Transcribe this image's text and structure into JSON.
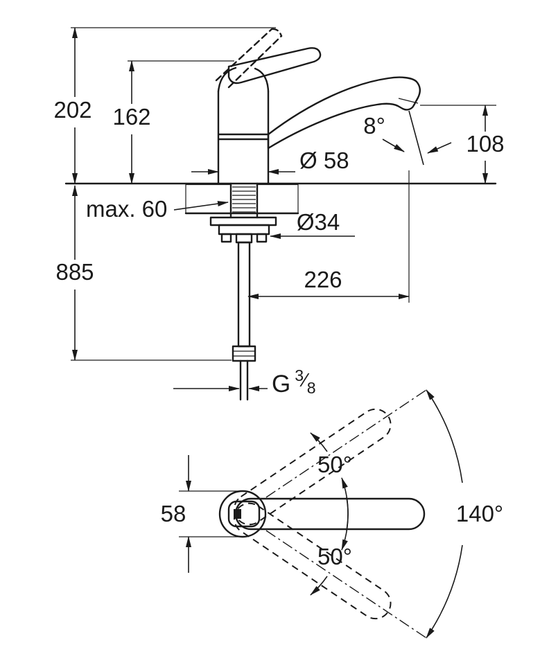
{
  "drawing": {
    "background": "#ffffff",
    "line_color": "#1a1a1a",
    "side_view": {
      "height_overall": "202",
      "height_body": "162",
      "height_outlet": "108",
      "outlet_angle": "8°",
      "body_diameter": "Ø 58",
      "max_deck_thickness": "max. 60",
      "shank_diameter": "Ø34",
      "hose_length": "885",
      "spout_reach": "226",
      "thread": {
        "prefix": "G",
        "numerator": "3",
        "slash": "⁄",
        "denominator": "8"
      }
    },
    "top_view": {
      "swivel_upper": "50°",
      "swivel_lower": "50°",
      "swivel_total": "140°",
      "body_width": "58"
    }
  }
}
